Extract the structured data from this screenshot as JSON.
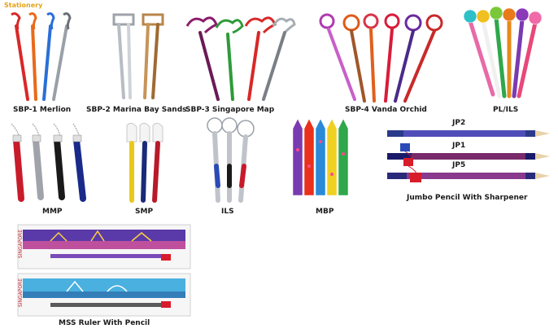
{
  "header": "Stationery",
  "products": {
    "sbp1": "SBP-1 Merlion",
    "sbp2": "SBP-2 Marina Bay Sands",
    "sbp3": "SBP-3 Singapore Map",
    "sbp4": "SBP-4 Vanda Orchid",
    "plils": "PL/ILS",
    "mmp": "MMP",
    "smp": "SMP",
    "ils": "ILS",
    "mbp": "MBP",
    "jp2": "JP2",
    "jp1": "JP1",
    "jp5": "JP5",
    "jumbo": "Jumbo Pencil With Sharpener",
    "mss": "MSS Ruler With Pencil"
  },
  "ruler_text": "SINGAPORE"
}
